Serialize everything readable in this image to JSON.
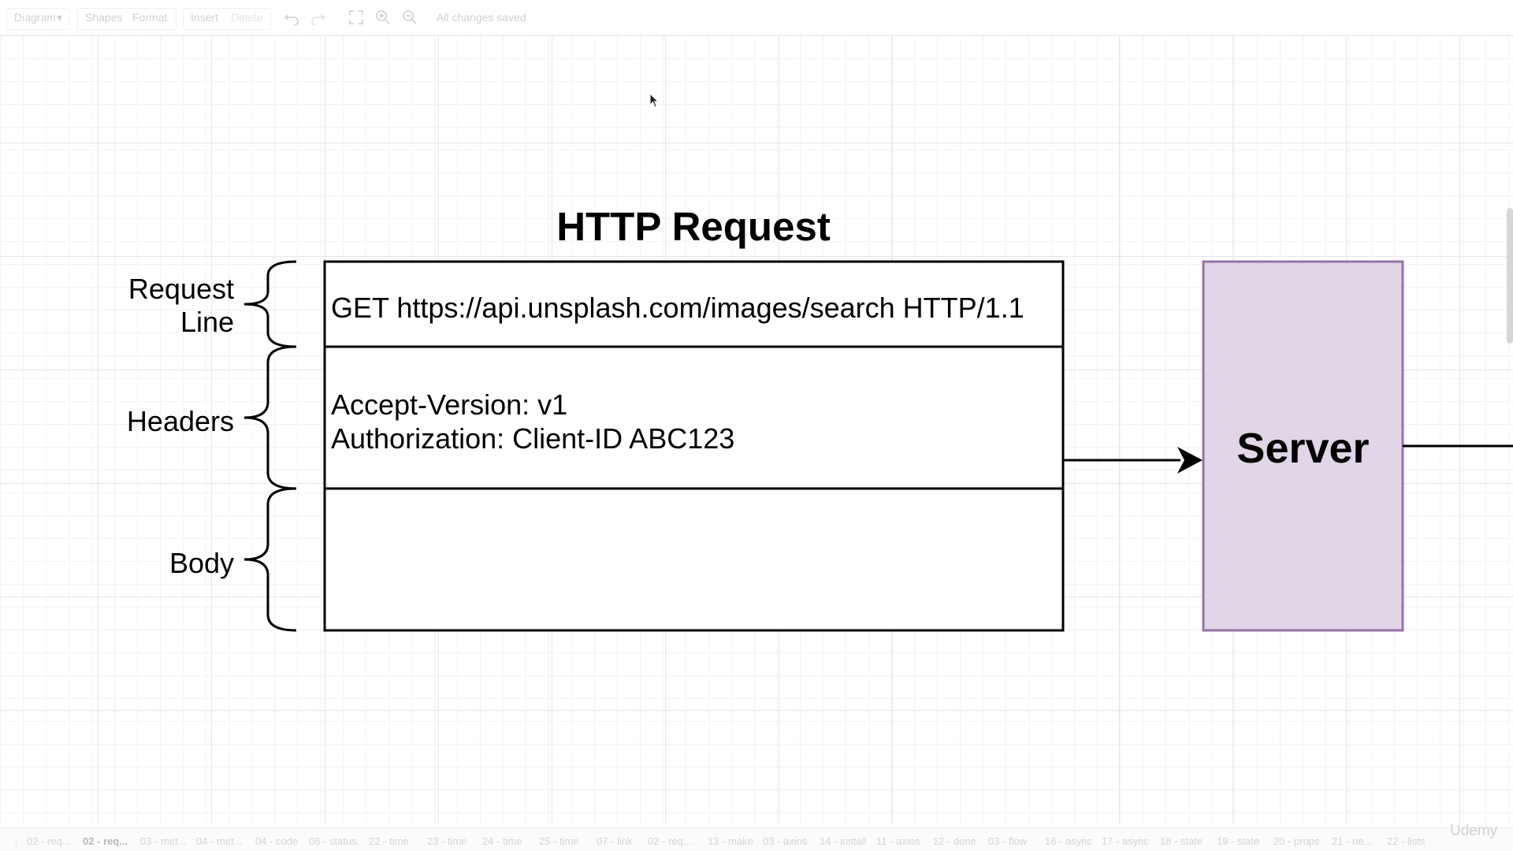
{
  "toolbar": {
    "diagram_label": "Diagram",
    "shapes_label": "Shapes",
    "format_label": "Format",
    "insert_label": "Insert",
    "delete_label": "Delete",
    "status": "All changes saved"
  },
  "diagram": {
    "title": "HTTP Request",
    "request_line_label_1": "Request",
    "request_line_label_2": "Line",
    "headers_label": "Headers",
    "body_label": "Body",
    "request_line_text": "GET https://api.unsplash.com/images/search HTTP/1.1",
    "header_line_1": "Accept-Version: v1",
    "header_line_2": "Authorization: Client-ID ABC123",
    "server_label": "Server",
    "server_fill": "#e1d5e7",
    "server_stroke": "#9673a6"
  },
  "page_tabs": [
    {
      "label": "02 - req...",
      "active": false
    },
    {
      "label": "02 - req...",
      "active": true
    },
    {
      "label": "03 - met...",
      "active": false
    },
    {
      "label": "04 - met...",
      "active": false
    },
    {
      "label": "04 - code",
      "active": false
    },
    {
      "label": "06 - status",
      "active": false
    },
    {
      "label": "22 - time",
      "active": false
    },
    {
      "label": "23 - time",
      "active": false
    },
    {
      "label": "24 - time",
      "active": false
    },
    {
      "label": "25 - time",
      "active": false
    },
    {
      "label": "07 - link",
      "active": false
    },
    {
      "label": "02 - req...",
      "active": false
    },
    {
      "label": "13 - make",
      "active": false
    },
    {
      "label": "03 - axios",
      "active": false
    },
    {
      "label": "14 - install",
      "active": false
    },
    {
      "label": "11 - axios",
      "active": false
    },
    {
      "label": "12 - done",
      "active": false
    },
    {
      "label": "03 - flow",
      "active": false
    },
    {
      "label": "16 - async",
      "active": false
    },
    {
      "label": "17 - async",
      "active": false
    },
    {
      "label": "18 - state",
      "active": false
    },
    {
      "label": "19 - state",
      "active": false
    },
    {
      "label": "20 - props",
      "active": false
    },
    {
      "label": "21 - ne...",
      "active": false
    },
    {
      "label": "22 - lists",
      "active": false
    }
  ],
  "watermark": "Udemy"
}
